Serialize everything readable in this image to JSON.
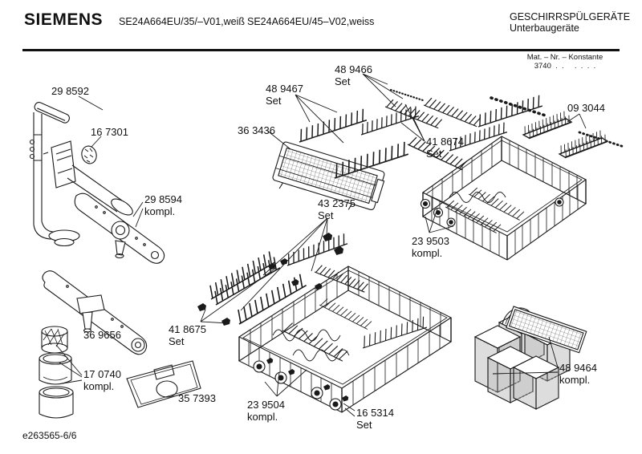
{
  "header": {
    "brand": "SIEMENS",
    "model_left": "SE24A664EU/35/–V01,weiß",
    "model_right": "SE24A664EU/45–V02,weiss",
    "category": "GESCHIRRSPÜLGERÄTE",
    "subcategory": "Unterbaugeräte"
  },
  "info_box": {
    "line1": "Mat. – Nr. – Konstante",
    "line2": "3740  .  .     .  .  .  ."
  },
  "footer": {
    "doc_number": "e263565-6/6"
  },
  "parts": [
    {
      "number": "29 8592",
      "qualifier": ""
    },
    {
      "number": "16 7301",
      "qualifier": ""
    },
    {
      "number": "29 8594",
      "qualifier": "kompl."
    },
    {
      "number": "36 3436",
      "qualifier": ""
    },
    {
      "number": "48 9467",
      "qualifier": "Set"
    },
    {
      "number": "48 9466",
      "qualifier": "Set"
    },
    {
      "number": "41 8674",
      "qualifier": "Set"
    },
    {
      "number": "09 3044",
      "qualifier": ""
    },
    {
      "number": "43 2375",
      "qualifier": "Set"
    },
    {
      "number": "23 9503",
      "qualifier": "kompl."
    },
    {
      "number": "41 8675",
      "qualifier": "Set"
    },
    {
      "number": "36 9656",
      "qualifier": ""
    },
    {
      "number": "17 0740",
      "qualifier": "kompl."
    },
    {
      "number": "35 7393",
      "qualifier": ""
    },
    {
      "number": "23 9504",
      "qualifier": "kompl."
    },
    {
      "number": "16 5314",
      "qualifier": "Set"
    },
    {
      "number": "48 9464",
      "qualifier": "kompl."
    }
  ]
}
